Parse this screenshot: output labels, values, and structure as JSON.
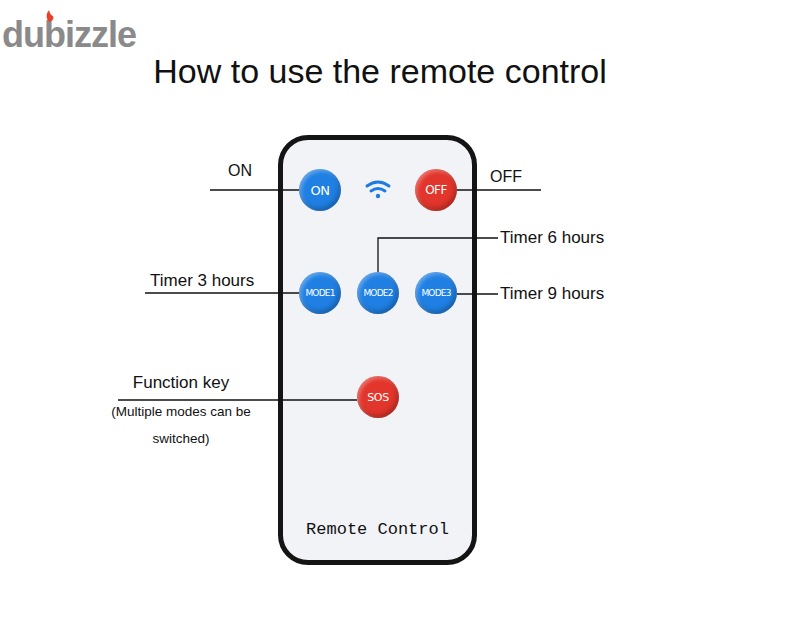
{
  "diagram": {
    "title": "How to use the remote control",
    "nodes": [
      {
        "text": [
          "Remote Control"
        ]
      },
      {
        "text": [
          "ON"
        ],
        "in": 0
      },
      {
        "text": [
          "OFF"
        ],
        "in": 0
      },
      {
        "text": [
          "MODE1"
        ],
        "in": 0
      },
      {
        "text": [
          "MODE2"
        ],
        "in": 0
      },
      {
        "text": [
          "MODE3"
        ],
        "in": 0
      },
      {
        "text": [
          "SOS"
        ],
        "in": 0
      }
    ],
    "labels": [
      "dubizzle",
      "ON",
      "OFF",
      "Timer 6 hours",
      "Timer 3 hours",
      "Timer 9 hours",
      "Function key",
      "(Multiple modes can be switched)"
    ]
  }
}
